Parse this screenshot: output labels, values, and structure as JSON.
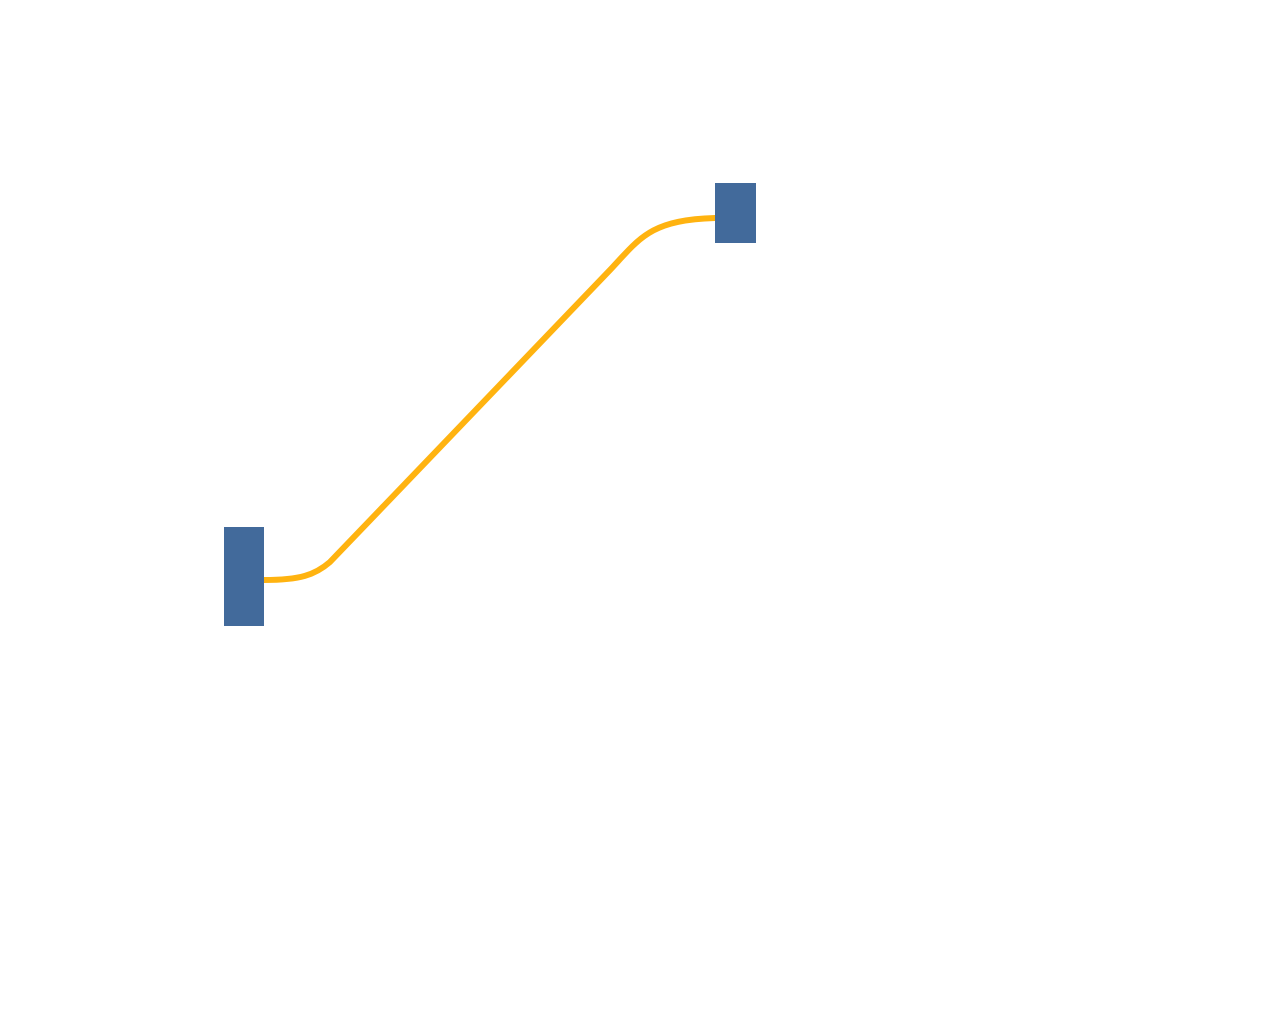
{
  "diagram": {
    "type": "sankey",
    "nodes": [
      {
        "id": "source",
        "color": "#426a9b"
      },
      {
        "id": "target",
        "color": "#426a9b"
      }
    ],
    "links": [
      {
        "source": "source",
        "target": "target",
        "color": "#ffb310"
      }
    ]
  }
}
